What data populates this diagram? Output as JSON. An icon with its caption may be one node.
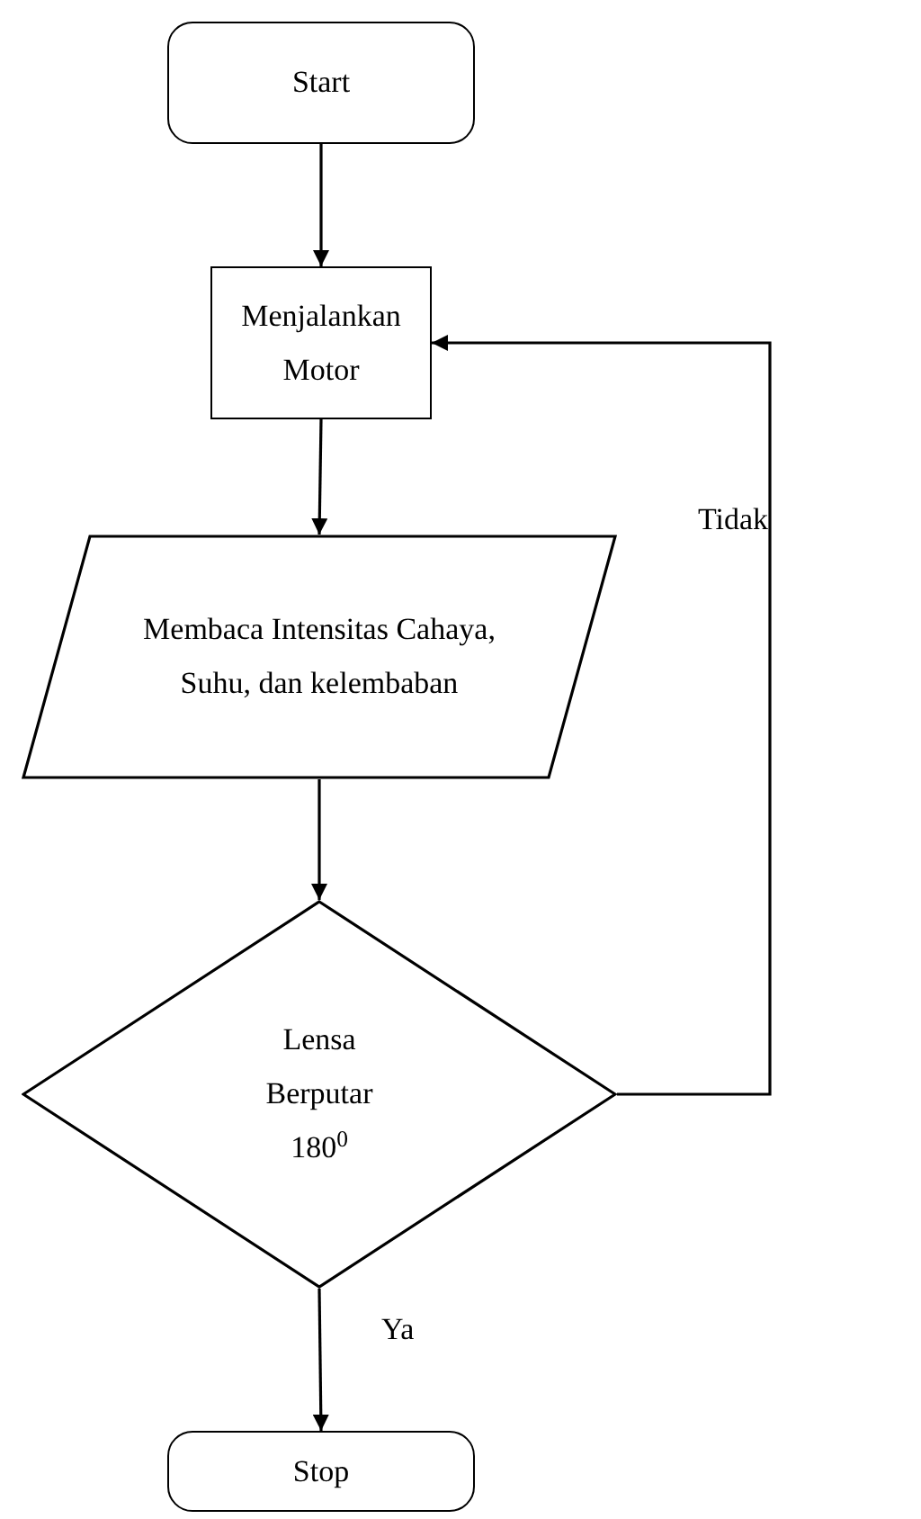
{
  "diagram": {
    "nodes": [
      {
        "text": [
          "Start"
        ]
      },
      {
        "text": [
          "Menjalankan Motor"
        ]
      },
      {
        "text": [
          "Membaca Intensitas Cahaya, Suhu, dan kelembaban"
        ]
      },
      {
        "text": [
          "Lensa Berputar 180$^{0}$"
        ]
      },
      {
        "text": [
          "Stop"
        ]
      }
    ],
    "edges": [
      {
        "from": 0,
        "to": 1,
        "arrow": "to"
      },
      {
        "from": 1,
        "to": 2,
        "arrow": "to"
      },
      {
        "from": 2,
        "to": 3,
        "arrow": "to"
      },
      {
        "from": 3,
        "to": 4,
        "arrow": "to",
        "label": "Ya"
      },
      {
        "from": 3,
        "to": 1,
        "arrow": "to",
        "label": "Tidak"
      }
    ]
  }
}
